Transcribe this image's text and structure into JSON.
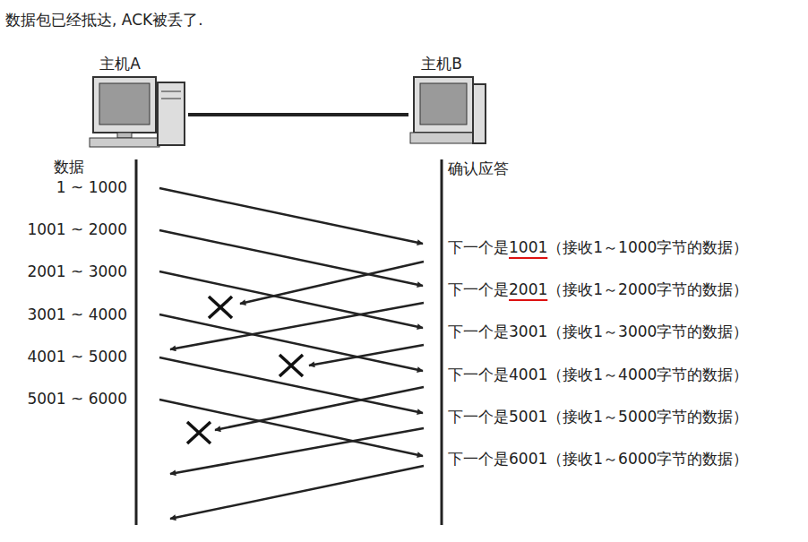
{
  "diagram": {
    "title": "数据包已经抵达, ACK被丢了.",
    "nodes": [
      {
        "text": [
          "主机A"
        ]
      },
      {
        "text": [
          "主机B"
        ]
      }
    ],
    "edges": [
      {
        "from": 0,
        "to": 1,
        "arrow": "none"
      }
    ],
    "labels": [
      "数据",
      "确认应答",
      "1 ~ 1000",
      "1001 ~ 2000",
      "2001 ~ 3000",
      "3001 ~ 4000",
      "4001 ~ 5000",
      "5001 ~ 6000",
      "下一个是1001（接收1～1000字节的数据）",
      "下一个是2001（接收1～2000字节的数据）",
      "下一个是3001（接收1～3000字节的数据）",
      "下一个是4001（接收1～4000字节的数据）",
      "下一个是5001（接收1～5000字节的数据）",
      "下一个是6001（接收1～6000字节的数据）"
    ]
  }
}
